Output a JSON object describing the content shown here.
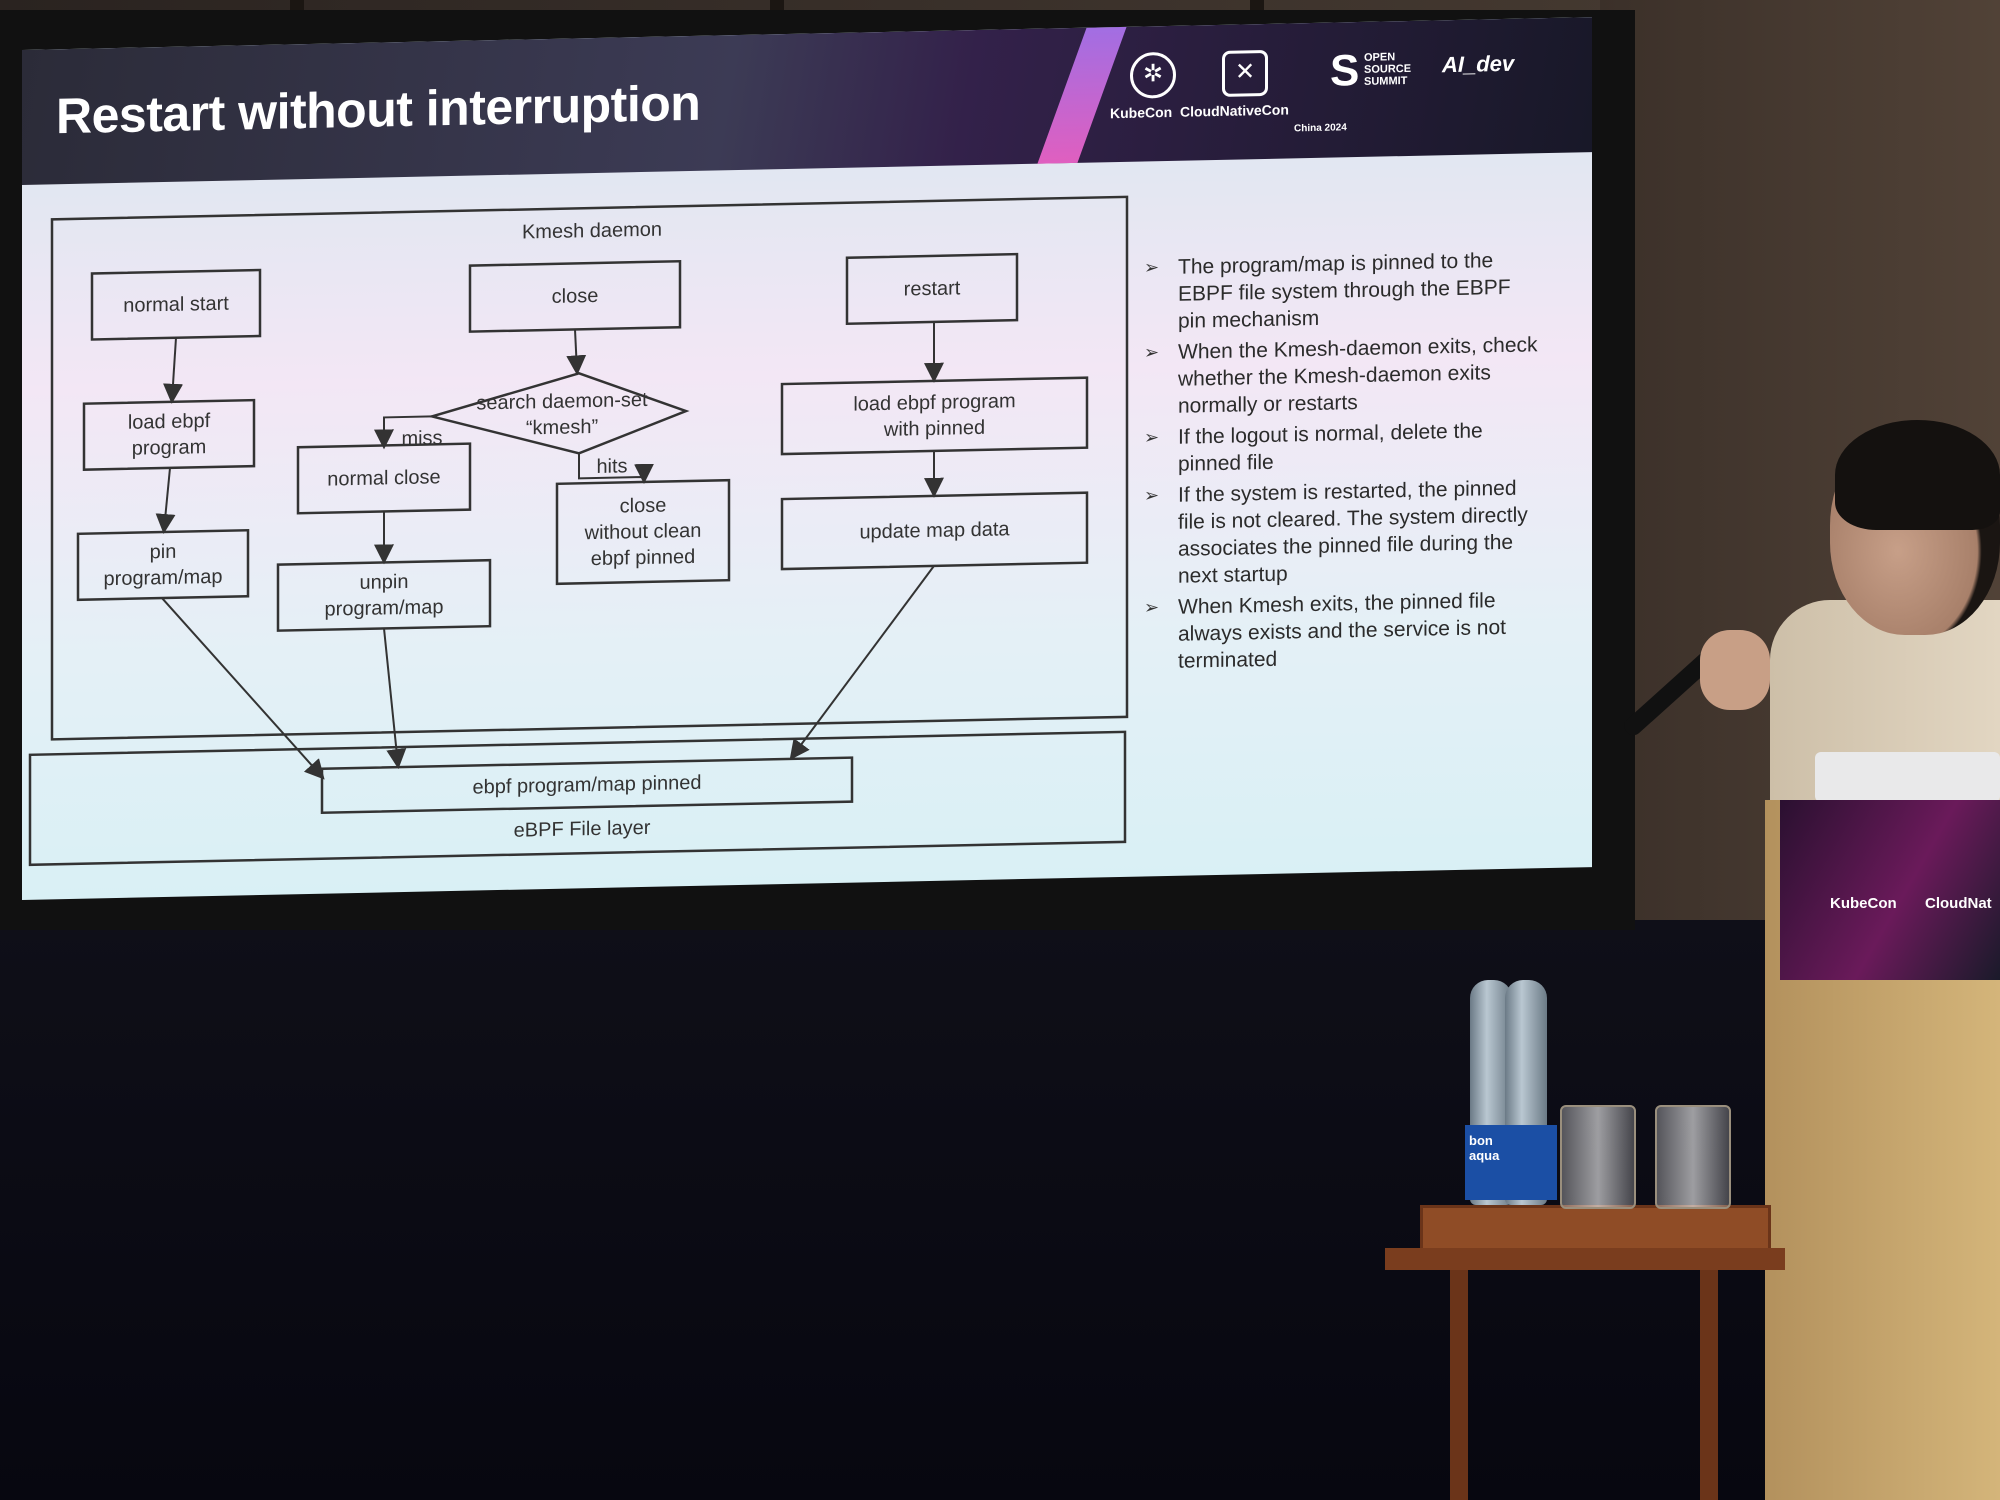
{
  "slide": {
    "title": "Restart without interruption",
    "logos": {
      "kubecon": "KubeCon",
      "cloudnativecon": "CloudNativeCon",
      "open_source_summit": [
        "OPEN",
        "SOURCE",
        "SUMMIT"
      ],
      "ai_dev": "AI_dev",
      "event": "China 2024"
    },
    "diagram": {
      "outer_label": "Kmesh daemon",
      "file_layer_label": "eBPF File layer",
      "nodes": {
        "normal_start": "normal start",
        "load_ebpf_program": [
          "load ebpf",
          "program"
        ],
        "pin_program_map": [
          "pin",
          "program/map"
        ],
        "close": "close",
        "search_daemon_set": [
          "search daemon-set",
          "“kmesh”"
        ],
        "normal_close": "normal close",
        "unpin_program_map": [
          "unpin",
          "program/map"
        ],
        "close_without_clean": [
          "close",
          "without clean",
          "ebpf pinned"
        ],
        "restart": "restart",
        "load_with_pinned": [
          "load ebpf program",
          "with pinned"
        ],
        "update_map_data": "update map data",
        "pinned_box": "ebpf program/map pinned"
      },
      "edge_labels": {
        "miss": "miss",
        "hits": "hits"
      }
    },
    "bullets": [
      "The program/map is pinned to the EBPF file system through the EBPF pin mechanism",
      "When the Kmesh-daemon exits, check whether the Kmesh-daemon exits normally or restarts",
      "If the logout is normal, delete the pinned file",
      "If the system is restarted, the pinned file is not cleared. The system directly associates the pinned file during the next startup",
      "When Kmesh exits, the pinned file always exists and the service is not terminated"
    ]
  },
  "podium": {
    "sign_left": "KubeCon",
    "sign_right": "CloudNat"
  },
  "bottle_label": [
    "bon",
    "aqua"
  ]
}
